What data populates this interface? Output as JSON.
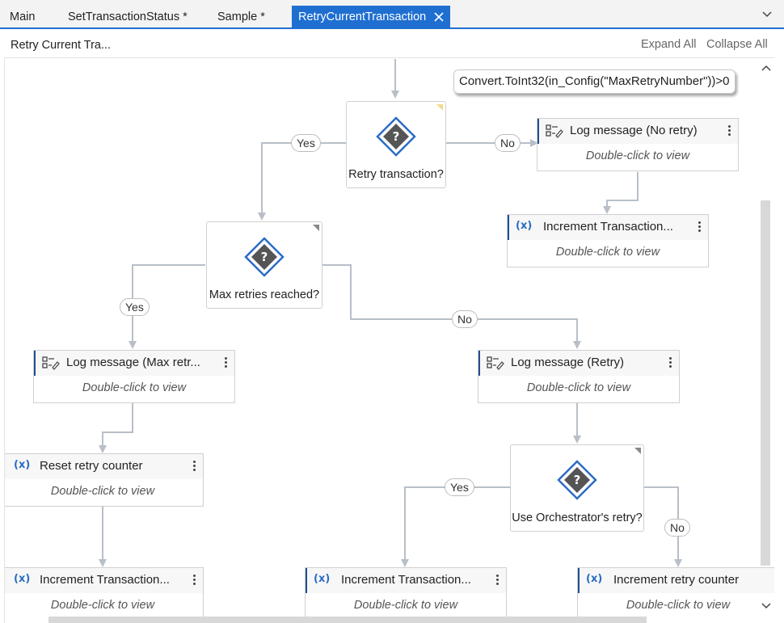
{
  "tabs": [
    {
      "label": "Main"
    },
    {
      "label": "SetTransactionStatus *"
    },
    {
      "label": "Sample *"
    },
    {
      "label": "RetryCurrentTransaction"
    }
  ],
  "header": {
    "breadcrumb": "Retry Current Tra...",
    "expand_all": "Expand All",
    "collapse_all": "Collapse All"
  },
  "expression": "Convert.ToInt32(in_Config(\"MaxRetryNumber\"))>0",
  "decisions": {
    "retry_transaction": "Retry transaction?",
    "max_retries": "Max retries reached?",
    "use_orchestrator": "Use Orchestrator's retry?"
  },
  "branches": {
    "yes": "Yes",
    "no": "No"
  },
  "activities": {
    "log_no_retry": "Log message (No retry)",
    "increment_top": "Increment Transaction...",
    "log_max_retries": "Log message (Max retr...",
    "log_retry": "Log message (Retry)",
    "reset_retry_counter": "Reset retry counter",
    "increment_left": "Increment Transaction...",
    "increment_mid": "Increment Transaction...",
    "increment_retry_counter": "Increment retry counter",
    "double_click": "Double-click to view"
  },
  "icons": {
    "log": "log-message-icon",
    "assign": "assign-variable-icon",
    "decision": "decision-diamond-icon"
  },
  "colors": {
    "accent": "#1f6fd1",
    "decision": "#2b6cc4",
    "wire": "#b8bfc8"
  }
}
